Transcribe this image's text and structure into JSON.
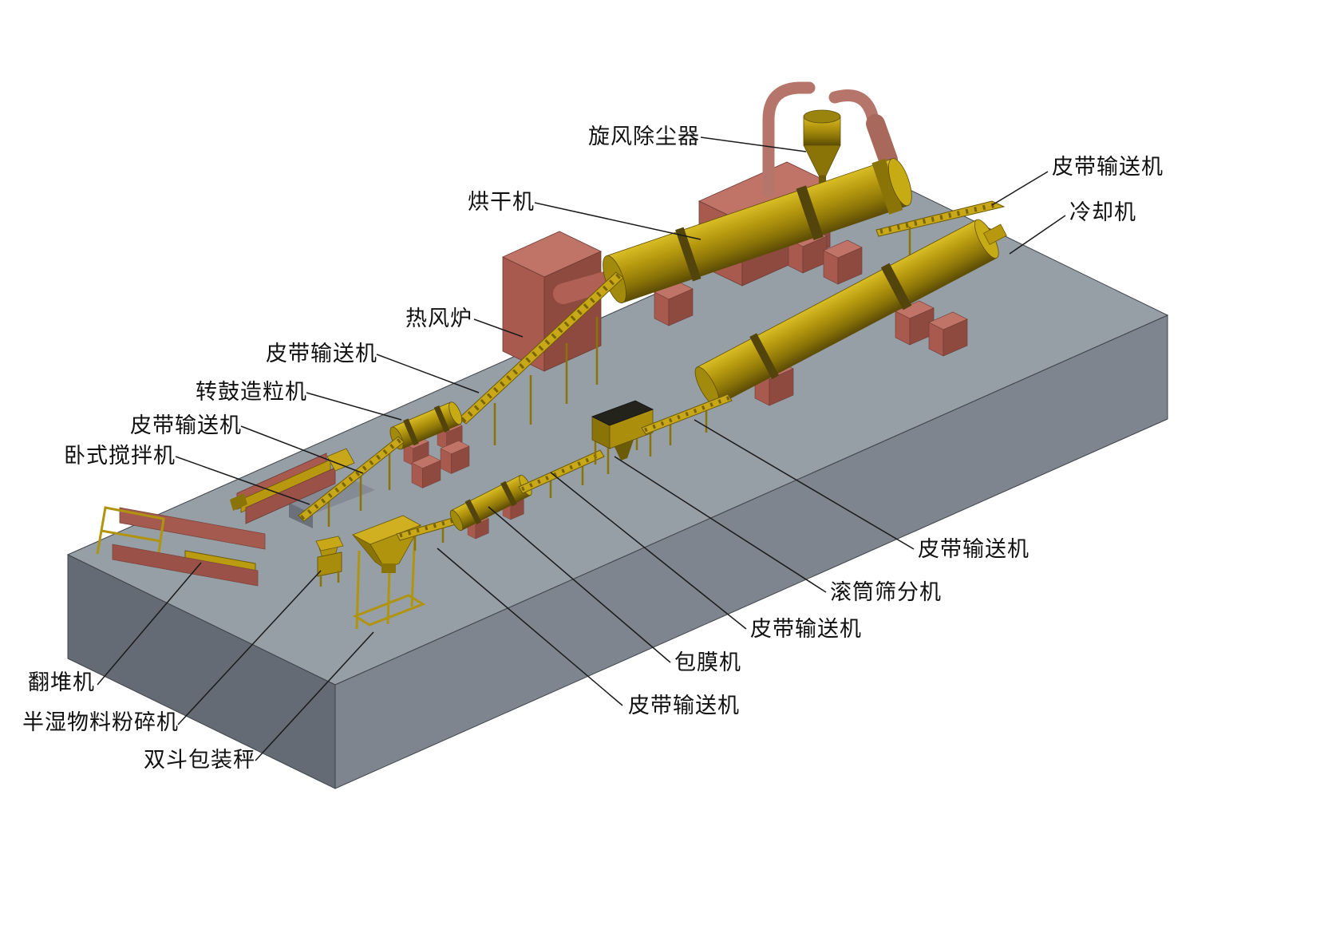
{
  "diagram": {
    "type": "isometric-equipment-layout",
    "subject": "organic fertilizer production line 3D layout",
    "palette": {
      "background": "#ffffff",
      "platform_top": "#969ea6",
      "platform_left": "#646b74",
      "platform_right": "#7e858e",
      "machine_yellow": "#b8980e",
      "brick_red": "#a85a4e",
      "pipe_salmon": "#b5756a",
      "label_text": "#111111",
      "leader_line": "#1a1a1a"
    }
  },
  "labels": [
    {
      "id": "cyclone-dust-collector",
      "text": "旋风除尘器"
    },
    {
      "id": "dryer",
      "text": "烘干机"
    },
    {
      "id": "belt-conveyor-top-right",
      "text": "皮带输送机"
    },
    {
      "id": "cooler",
      "text": "冷却机"
    },
    {
      "id": "hot-air-furnace",
      "text": "热风炉"
    },
    {
      "id": "belt-conveyor-upper-left",
      "text": "皮带输送机"
    },
    {
      "id": "rotary-drum-granulator",
      "text": "转鼓造粒机"
    },
    {
      "id": "belt-conveyor-left",
      "text": "皮带输送机"
    },
    {
      "id": "horizontal-mixer",
      "text": "卧式搅拌机"
    },
    {
      "id": "compost-turner",
      "text": "翻堆机"
    },
    {
      "id": "semi-wet-material-crusher",
      "text": "半湿物料粉碎机"
    },
    {
      "id": "double-bucket-packing-scale",
      "text": "双斗包装秤"
    },
    {
      "id": "belt-conveyor-bottom",
      "text": "皮带输送机"
    },
    {
      "id": "coating-machine",
      "text": "包膜机"
    },
    {
      "id": "belt-conveyor-middle",
      "text": "皮带输送机"
    },
    {
      "id": "drum-screening-machine",
      "text": "滚筒筛分机"
    },
    {
      "id": "belt-conveyor-right",
      "text": "皮带输送机"
    }
  ]
}
